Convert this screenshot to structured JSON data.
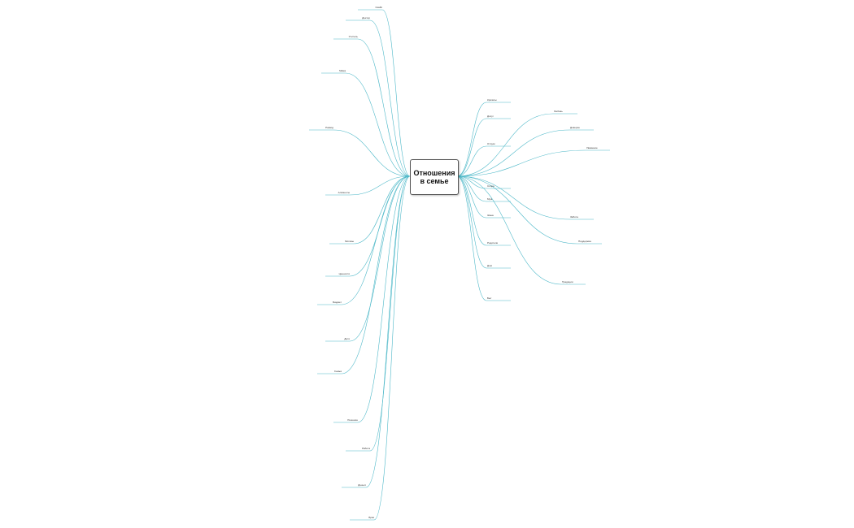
{
  "root": {
    "title": "Отношения в семье"
  },
  "colors": {
    "edge": "#4db8c8",
    "text": "#333333",
    "root_border": "#555555"
  },
  "nodes": [
    {
      "id": "n1",
      "text": "Скайп"
    },
    {
      "id": "n2",
      "text": "Доктор"
    },
    {
      "id": "n3",
      "text": "Учитель"
    },
    {
      "id": "n4",
      "text": "Мама"
    },
    {
      "id": "n5",
      "text": "Развод"
    },
    {
      "id": "n6",
      "text": "Алименты"
    },
    {
      "id": "n7",
      "text": "Мотивы"
    },
    {
      "id": "n8",
      "text": "Ценности"
    },
    {
      "id": "n9",
      "text": "Бюджет"
    },
    {
      "id": "n10",
      "text": "Дети"
    },
    {
      "id": "n11",
      "text": "Семья"
    },
    {
      "id": "n12",
      "text": "Решение"
    },
    {
      "id": "n13",
      "text": "Работа"
    },
    {
      "id": "n14",
      "text": "Деньги"
    },
    {
      "id": "n15",
      "text": "Брак"
    },
    {
      "id": "n16",
      "text": "Кризисы"
    },
    {
      "id": "n17",
      "text": "Досуг"
    },
    {
      "id": "n18",
      "text": "Отпуск"
    },
    {
      "id": "n19",
      "text": "Ссора"
    },
    {
      "id": "n20",
      "text": "Муж"
    },
    {
      "id": "n21",
      "text": "Жена"
    },
    {
      "id": "n22",
      "text": "Родители"
    },
    {
      "id": "n23",
      "text": "Дом"
    },
    {
      "id": "n24",
      "text": "Быт"
    },
    {
      "id": "n25",
      "text": "Любовь"
    },
    {
      "id": "n26",
      "text": "Доверие"
    },
    {
      "id": "n27",
      "text": "Уважение"
    },
    {
      "id": "n28",
      "text": "Забота"
    },
    {
      "id": "n29",
      "text": "Поддержка"
    },
    {
      "id": "n30",
      "text": "Традиции"
    }
  ]
}
